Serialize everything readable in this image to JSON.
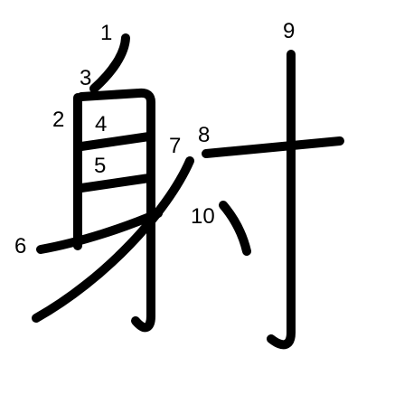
{
  "diagram": {
    "stroke_color": "#000000",
    "background": "#ffffff",
    "strokes": [
      {
        "order": 1,
        "label": "1"
      },
      {
        "order": 2,
        "label": "2"
      },
      {
        "order": 3,
        "label": "3"
      },
      {
        "order": 4,
        "label": "4"
      },
      {
        "order": 5,
        "label": "5"
      },
      {
        "order": 6,
        "label": "6"
      },
      {
        "order": 7,
        "label": "7"
      },
      {
        "order": 8,
        "label": "8"
      },
      {
        "order": 9,
        "label": "9"
      },
      {
        "order": 10,
        "label": "10"
      }
    ]
  }
}
